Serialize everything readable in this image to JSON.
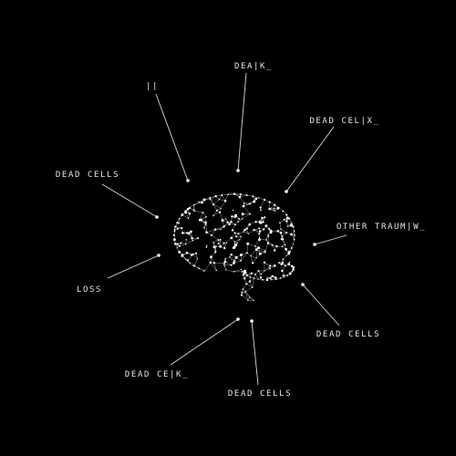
{
  "colors": {
    "background": "#000000",
    "foreground": "#e8e8e8"
  },
  "center_icon": "brain-network-icon",
  "labels": [
    {
      "id": "a",
      "text": "DEA|K_"
    },
    {
      "id": "b",
      "text": "||"
    },
    {
      "id": "c",
      "text": "DEAD CEL|X_"
    },
    {
      "id": "d",
      "text": "DEAD CELLS"
    },
    {
      "id": "e",
      "text": "OTHER TRAUM|W_"
    },
    {
      "id": "f",
      "text": "LOSS"
    },
    {
      "id": "g",
      "text": "DEAD CELLS"
    },
    {
      "id": "h",
      "text": "DEAD CE|K_"
    },
    {
      "id": "i",
      "text": "DEAD CELLS"
    }
  ]
}
